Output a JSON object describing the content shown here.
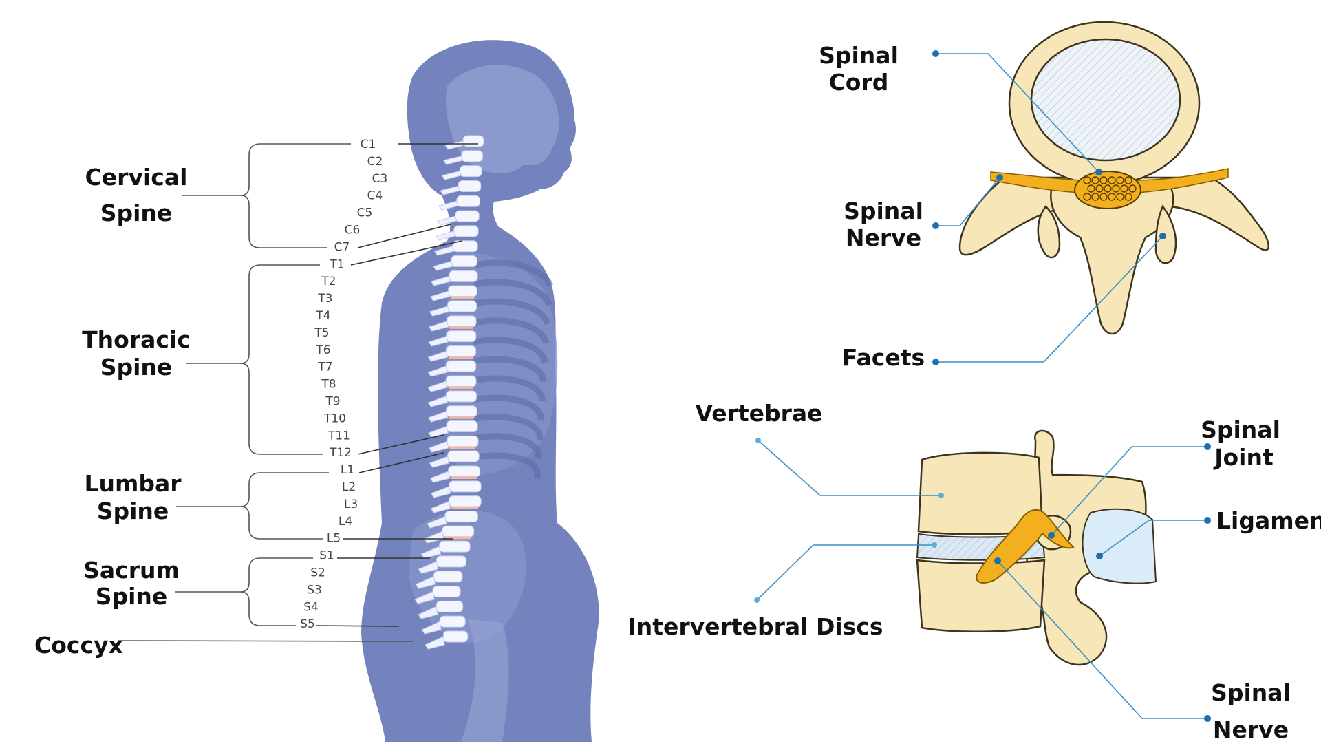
{
  "colors": {
    "body_silhouette": "#7483bd",
    "skull": "#8592c8",
    "spine_bone": "#f4f6ff",
    "disc_highlight": "#f2b9a8",
    "bone": "#f7e6b8",
    "bone_outline": "#3d3420",
    "nerve": "#f2b01e",
    "ligament": "#d9ecf7",
    "leader_line": "#3a8fc4",
    "dot": "#1f6fae",
    "label_text": "#111111"
  },
  "regions": {
    "cervical": {
      "line1": "Cervical",
      "line2": "Spine"
    },
    "thoracic": {
      "line1": "Thoracic",
      "line2": "Spine"
    },
    "lumbar": {
      "line1": "Lumbar",
      "line2": "Spine"
    },
    "sacrum": {
      "line1": "Sacrum",
      "line2": "Spine"
    },
    "coccyx": "Coccyx"
  },
  "vertebrae": [
    "C1",
    "C2",
    "C3",
    "C4",
    "C5",
    "C6",
    "C7",
    "T1",
    "T2",
    "T3",
    "T4",
    "T5",
    "T6",
    "T7",
    "T8",
    "T9",
    "T10",
    "T11",
    "T12",
    "L1",
    "L2",
    "L3",
    "L4",
    "L5",
    "S1",
    "S2",
    "S3",
    "S4",
    "S5"
  ],
  "top_view": {
    "spinal_cord": {
      "line1": "Spinal",
      "line2": "Cord"
    },
    "spinal_nerve": {
      "line1": "Spinal",
      "line2": "Nerve"
    },
    "facets": "Facets",
    "icons": {
      "vertebra": "vertebra-top-view-icon"
    }
  },
  "side_view": {
    "vertebrae": "Vertebrae",
    "intervertebral_discs": "Intervertebral Discs",
    "spinal_joint": {
      "line1": "Spinal",
      "line2": "Joint"
    },
    "ligament": "Ligament",
    "spinal_nerve": {
      "line1": "Spinal",
      "line2": "Nerve"
    },
    "icons": {
      "segment": "vertebra-side-view-icon"
    }
  }
}
